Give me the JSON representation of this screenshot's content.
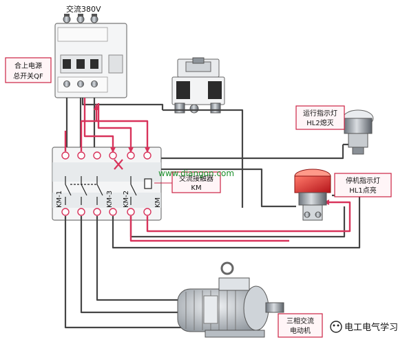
{
  "labels": {
    "supply": "交流380V",
    "qf_line1": "合上电源",
    "qf_line2": "总开关QF",
    "run_lamp_line1": "运行指示灯",
    "run_lamp_line2": "HL2熄灭",
    "contactor_line1": "交流接触器",
    "contactor_line2": "KM",
    "watermark": "www.diangon.com",
    "stop_lamp_line1": "停机指示灯",
    "stop_lamp_line2": "HL1点亮",
    "motor_line1": "三相交流",
    "motor_line2": "电动机",
    "brand": "电工电气学习",
    "km1": "KM-1",
    "km3": "KM-3",
    "km2": "KM-2",
    "km": "KM"
  },
  "colors": {
    "wire_dark": "#444444",
    "wire_red": "#d8325a",
    "callout_border": "#cc2244",
    "lamp_red": "#e8382f",
    "metal": "#9aa0a6"
  }
}
